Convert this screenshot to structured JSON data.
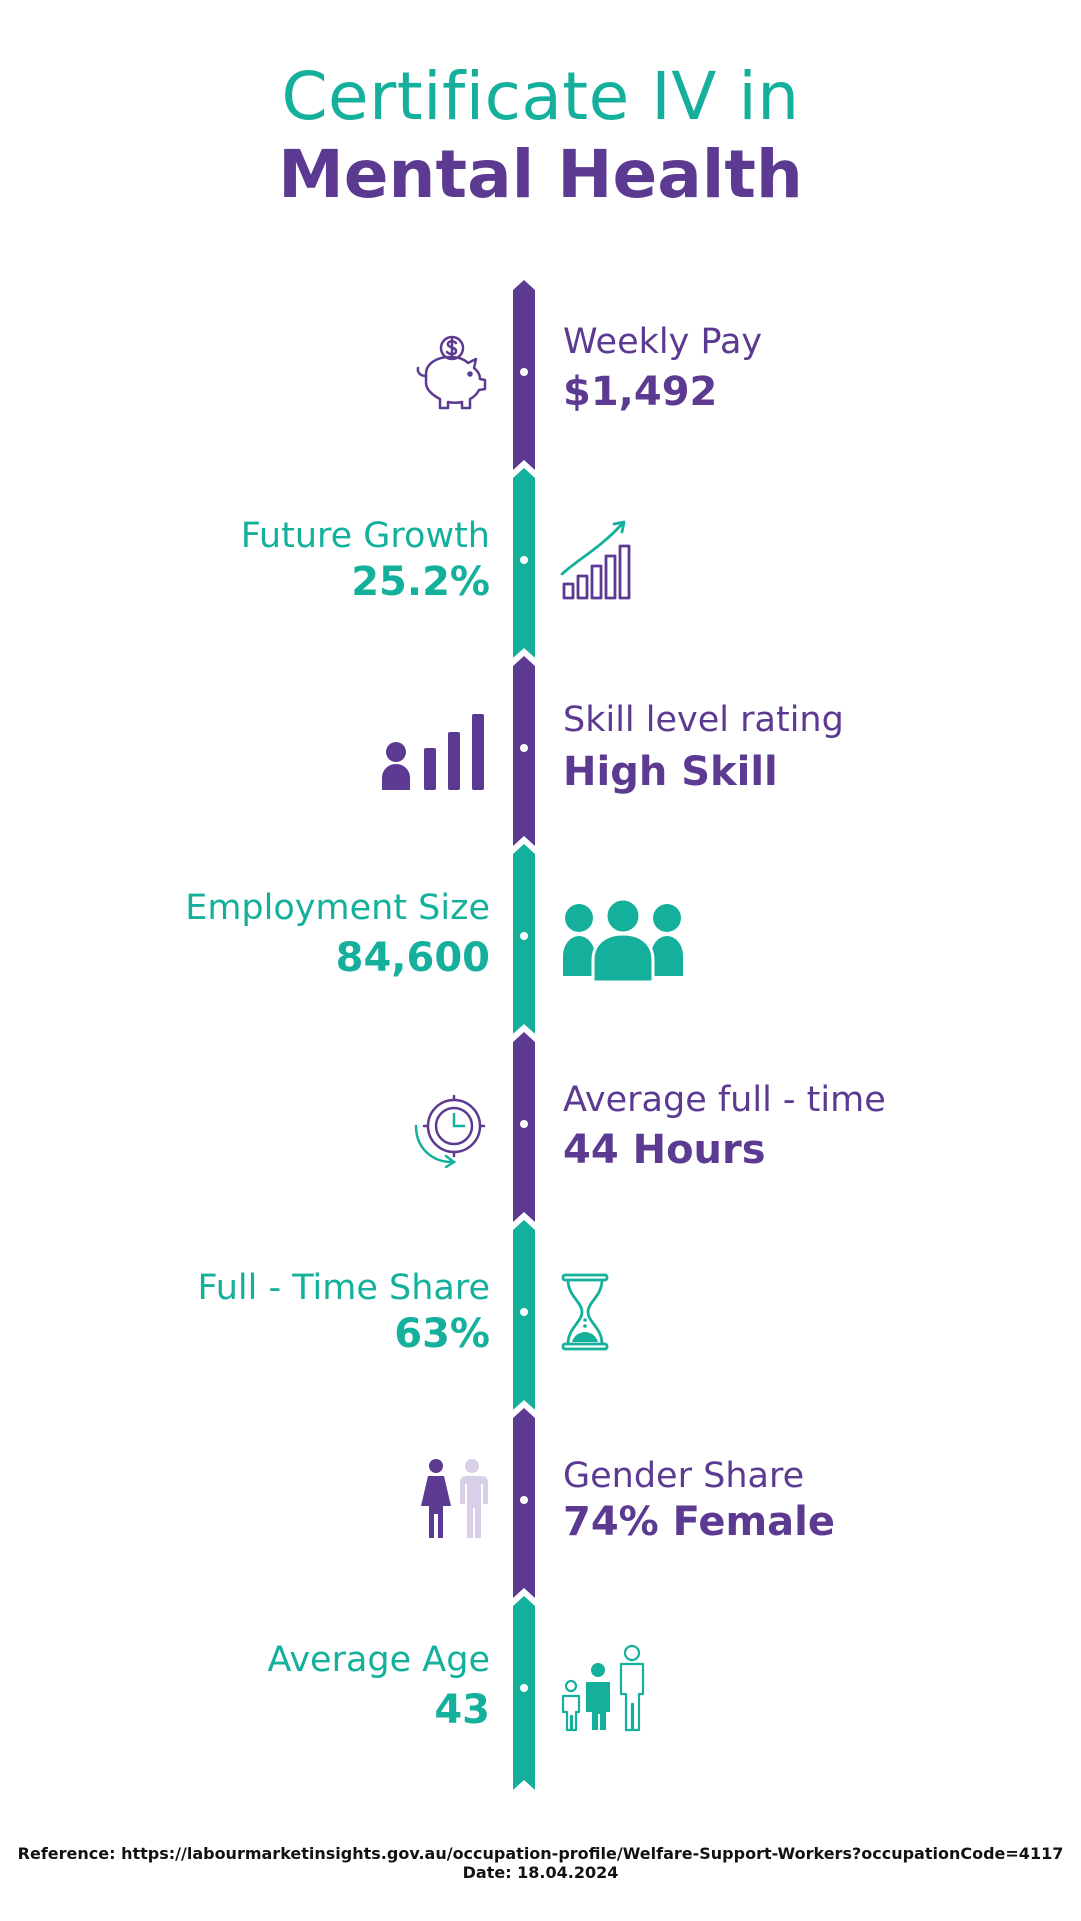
{
  "title": {
    "line1": "Certificate IV in",
    "line2": "Mental Health"
  },
  "colors": {
    "purple": "#5d3a91",
    "teal": "#14b09c"
  },
  "stats": [
    {
      "label": "Weekly Pay",
      "value": "$1,492",
      "icon": "piggy-bank-icon",
      "side": "right",
      "color": "purple"
    },
    {
      "label": "Future Growth",
      "value": "25.2%",
      "icon": "growth-chart-icon",
      "side": "left",
      "color": "teal"
    },
    {
      "label": "Skill level rating",
      "value": "High Skill",
      "icon": "skill-level-icon",
      "side": "right",
      "color": "purple"
    },
    {
      "label": "Employment Size",
      "value": "84,600",
      "icon": "people-group-icon",
      "side": "left",
      "color": "teal"
    },
    {
      "label": "Average full - time",
      "value": "44 Hours",
      "icon": "clock-icon",
      "side": "right",
      "color": "purple"
    },
    {
      "label": "Full - Time Share",
      "value": "63%",
      "icon": "hourglass-icon",
      "side": "left",
      "color": "teal"
    },
    {
      "label": "Gender Share",
      "value": "74% Female",
      "icon": "gender-icon",
      "side": "right",
      "color": "purple"
    },
    {
      "label": "Average Age",
      "value": "43",
      "icon": "age-family-icon",
      "side": "left",
      "color": "teal"
    }
  ],
  "footer": {
    "reference": "Reference: https://labourmarketinsights.gov.au/occupation-profile/Welfare-Support-Workers?occupationCode=4117",
    "date": "Date: 18.04.2024"
  }
}
